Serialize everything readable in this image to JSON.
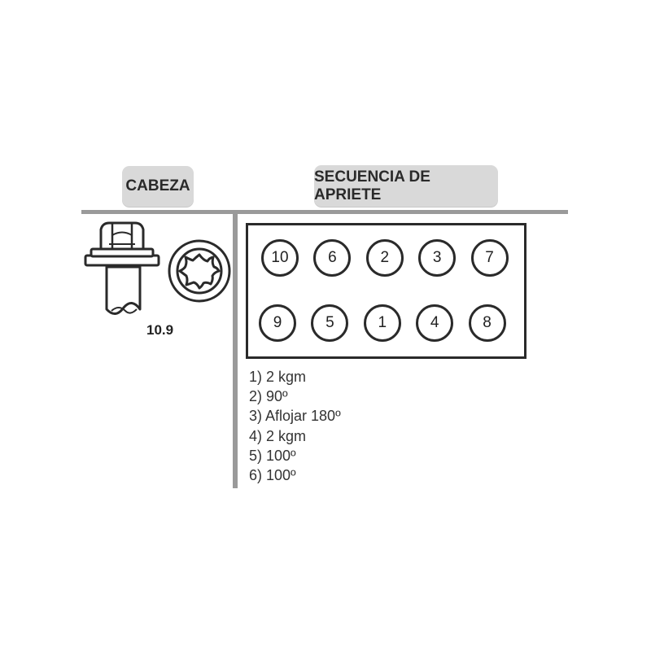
{
  "headers": {
    "head": "CABEZA",
    "sequence": "SECUENCIA DE APRIETE"
  },
  "bolt": {
    "grade": "10.9"
  },
  "sequence": {
    "rows": [
      [
        "10",
        "6",
        "2",
        "3",
        "7"
      ],
      [
        "9",
        "5",
        "1",
        "4",
        "8"
      ]
    ]
  },
  "steps": [
    "1) 2 kgm",
    "2) 90º",
    "3) Aflojar 180º",
    "4) 2 kgm",
    "5) 100º",
    "6) 100º"
  ]
}
